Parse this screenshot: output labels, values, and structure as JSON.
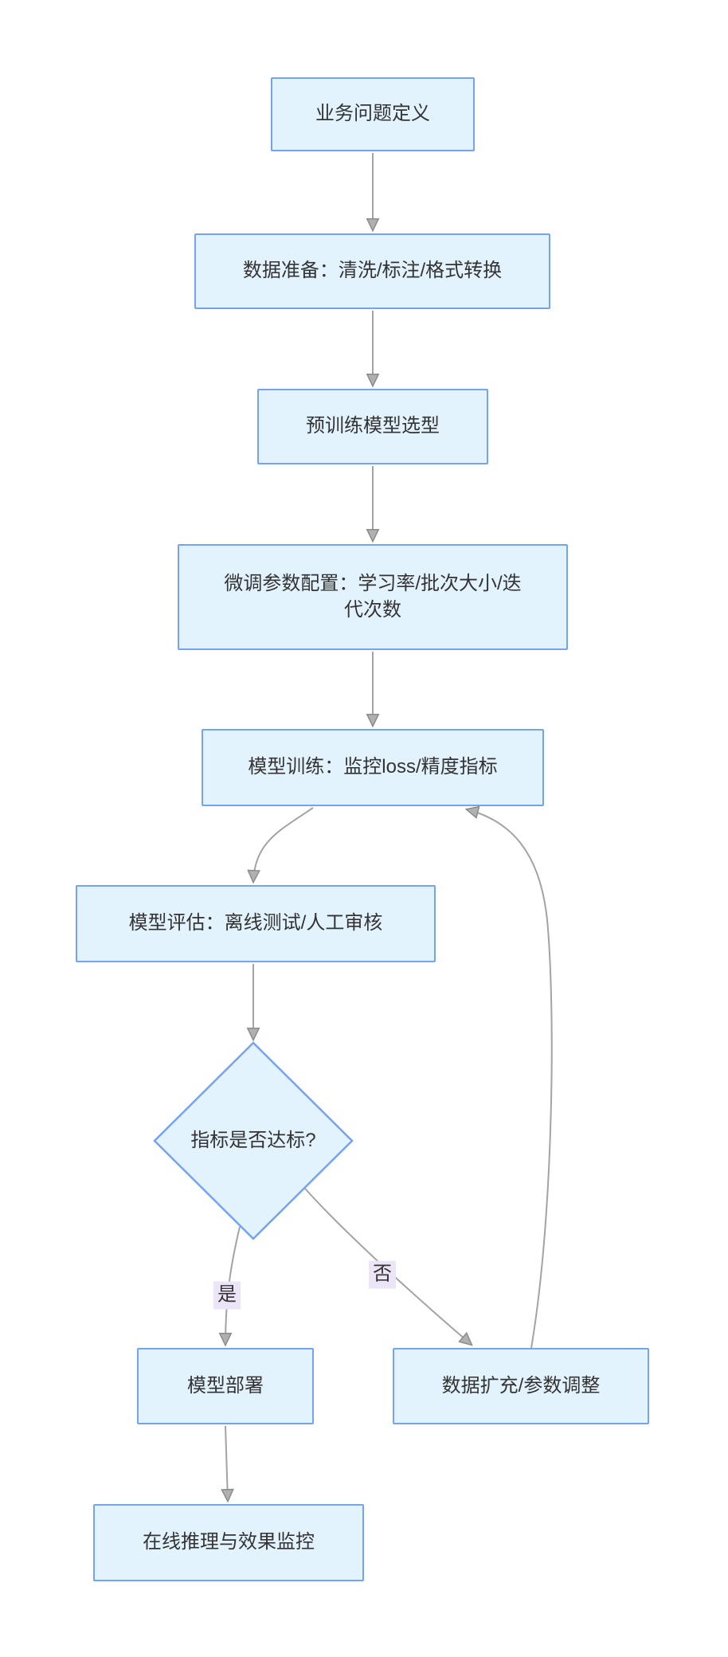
{
  "flowchart": {
    "type": "flowchart-top-down",
    "nodes": [
      {
        "id": "A",
        "shape": "rect",
        "label": "业务问题定义"
      },
      {
        "id": "B",
        "shape": "rect",
        "label": "数据准备：清洗/标注/格式转换"
      },
      {
        "id": "C",
        "shape": "rect",
        "label": "预训练模型选型"
      },
      {
        "id": "D",
        "shape": "rect",
        "label": "微调参数配置：学习率/批次大小/迭代次数",
        "lines": [
          "微调参数配置：学习率/批次大小/迭",
          "代次数"
        ]
      },
      {
        "id": "E",
        "shape": "rect",
        "label": "模型训练：监控loss/精度指标"
      },
      {
        "id": "F",
        "shape": "rect",
        "label": "模型评估：离线测试/人工审核"
      },
      {
        "id": "G",
        "shape": "diamond",
        "label": "指标是否达标?"
      },
      {
        "id": "H",
        "shape": "rect",
        "label": "模型部署"
      },
      {
        "id": "I",
        "shape": "rect",
        "label": "数据扩充/参数调整"
      },
      {
        "id": "J",
        "shape": "rect",
        "label": "在线推理与效果监控"
      }
    ],
    "edges": [
      {
        "from": "A",
        "to": "B",
        "label": ""
      },
      {
        "from": "B",
        "to": "C",
        "label": ""
      },
      {
        "from": "C",
        "to": "D",
        "label": ""
      },
      {
        "from": "D",
        "to": "E",
        "label": ""
      },
      {
        "from": "E",
        "to": "F",
        "label": ""
      },
      {
        "from": "F",
        "to": "G",
        "label": ""
      },
      {
        "from": "G",
        "to": "H",
        "label": "是"
      },
      {
        "from": "G",
        "to": "I",
        "label": "否"
      },
      {
        "from": "I",
        "to": "E",
        "label": ""
      },
      {
        "from": "H",
        "to": "J",
        "label": ""
      }
    ],
    "colors": {
      "background": "#ffffff",
      "node_fill": "#e3f3fd",
      "node_border": "#74a3f3",
      "edge_line": "#a3a3a3",
      "arrowhead_fill": "#b0b0b0",
      "arrowhead_stroke": "#8c8c8c",
      "text": "#333333",
      "edge_label_bg": "#ece4f7"
    }
  }
}
